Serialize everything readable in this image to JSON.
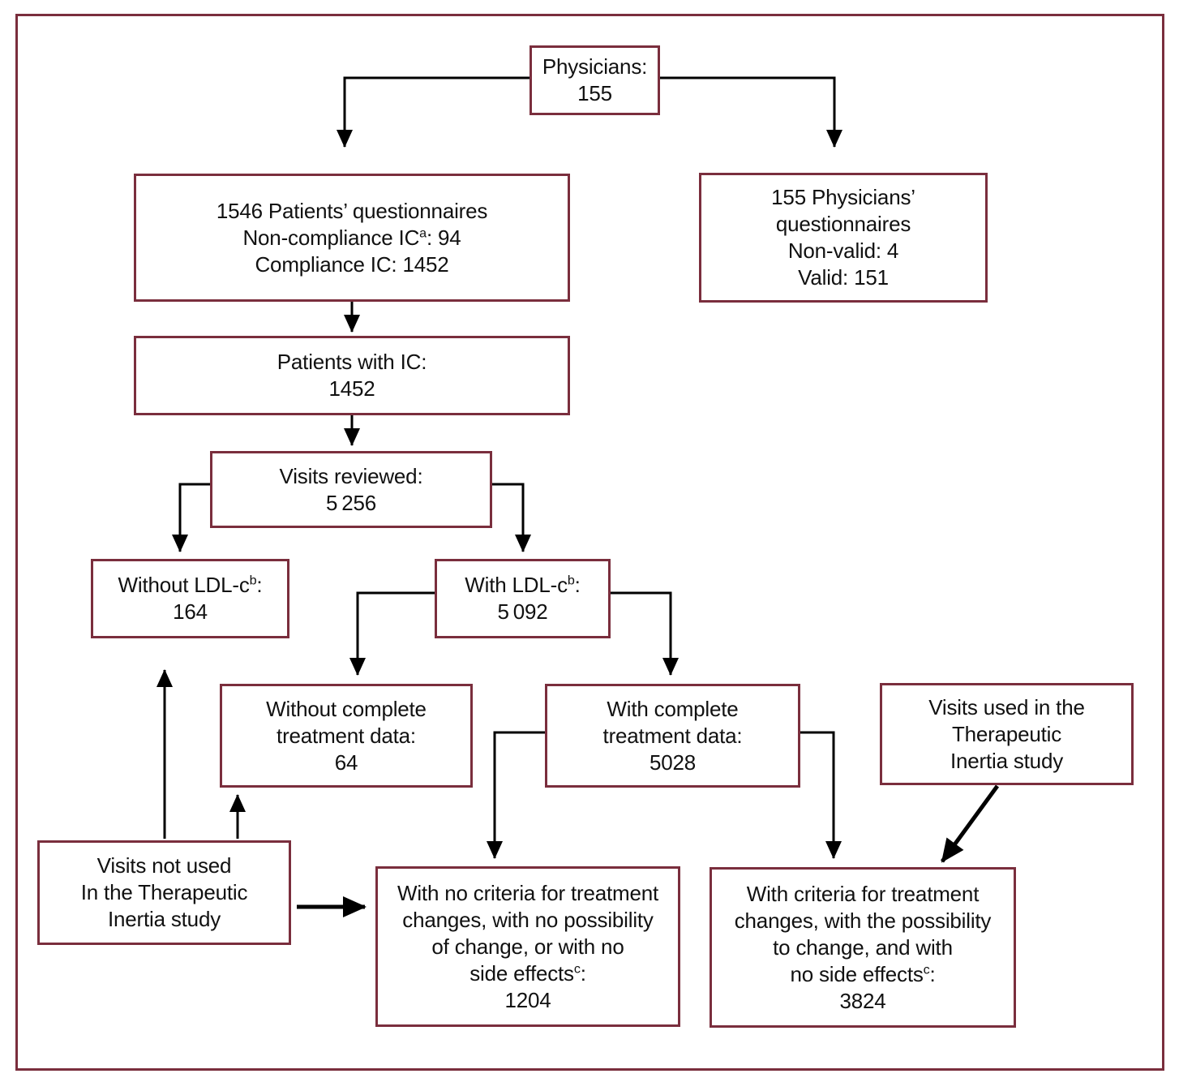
{
  "colors": {
    "frame": "#7a2e3d",
    "line": "#000000",
    "text": "#111111",
    "background": "#ffffff"
  },
  "nodes": {
    "physicians": {
      "lines": [
        "Physicians:",
        "155"
      ]
    },
    "patients_q": {
      "lines": [
        "1546 Patients’ questionnaires",
        "Non-compliance IC^a^: 94",
        "Compliance IC: 1452"
      ]
    },
    "physicians_q": {
      "lines": [
        "155 Physicians’",
        "questionnaires",
        "Non-valid: 4",
        "Valid: 151"
      ]
    },
    "patients_ic": {
      "lines": [
        "Patients with IC:",
        "1452"
      ]
    },
    "visits_reviewed": {
      "lines": [
        "Visits reviewed:",
        "5 256"
      ]
    },
    "without_ldl": {
      "lines": [
        "Without LDL-c^b^:",
        "164"
      ]
    },
    "with_ldl": {
      "lines": [
        "With LDL-c^b^:",
        "5 092"
      ]
    },
    "without_complete": {
      "lines": [
        "Without complete",
        "treatment data:",
        "64"
      ]
    },
    "with_complete": {
      "lines": [
        "With complete",
        "treatment data:",
        "5028"
      ]
    },
    "visits_used": {
      "lines": [
        "Visits used in the",
        "Therapeutic",
        "Inertia study"
      ]
    },
    "visits_not_used": {
      "lines": [
        "Visits not used",
        "In the Therapeutic",
        "Inertia study"
      ]
    },
    "no_criteria": {
      "lines": [
        "With no criteria for treatment",
        "changes, with no possibility",
        "of change, or with no",
        "side effects^c^:",
        "1204"
      ]
    },
    "criteria": {
      "lines": [
        "With criteria for treatment",
        "changes, with the possibility",
        "to change, and with",
        "no side effects^c^:",
        "3824"
      ]
    }
  }
}
